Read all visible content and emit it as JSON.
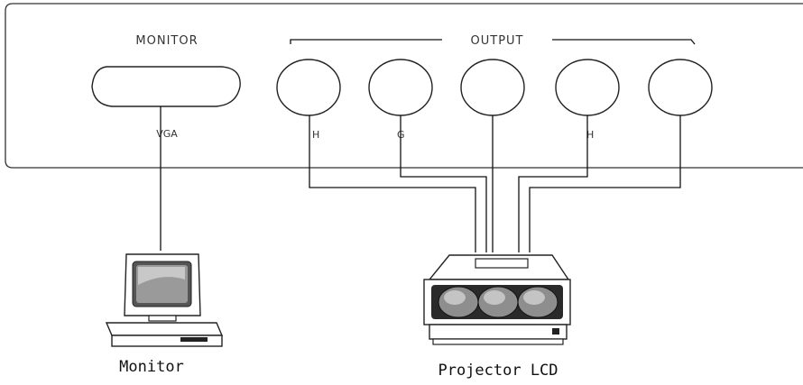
{
  "panel": {
    "monitor_label": "MONITOR",
    "output_label": "OUTPUT",
    "vga_label": "VGA",
    "port_labels": [
      "H",
      "G",
      "",
      "H",
      ""
    ]
  },
  "devices": {
    "monitor_label": "Monitor",
    "projector_label": "Projector LCD"
  }
}
